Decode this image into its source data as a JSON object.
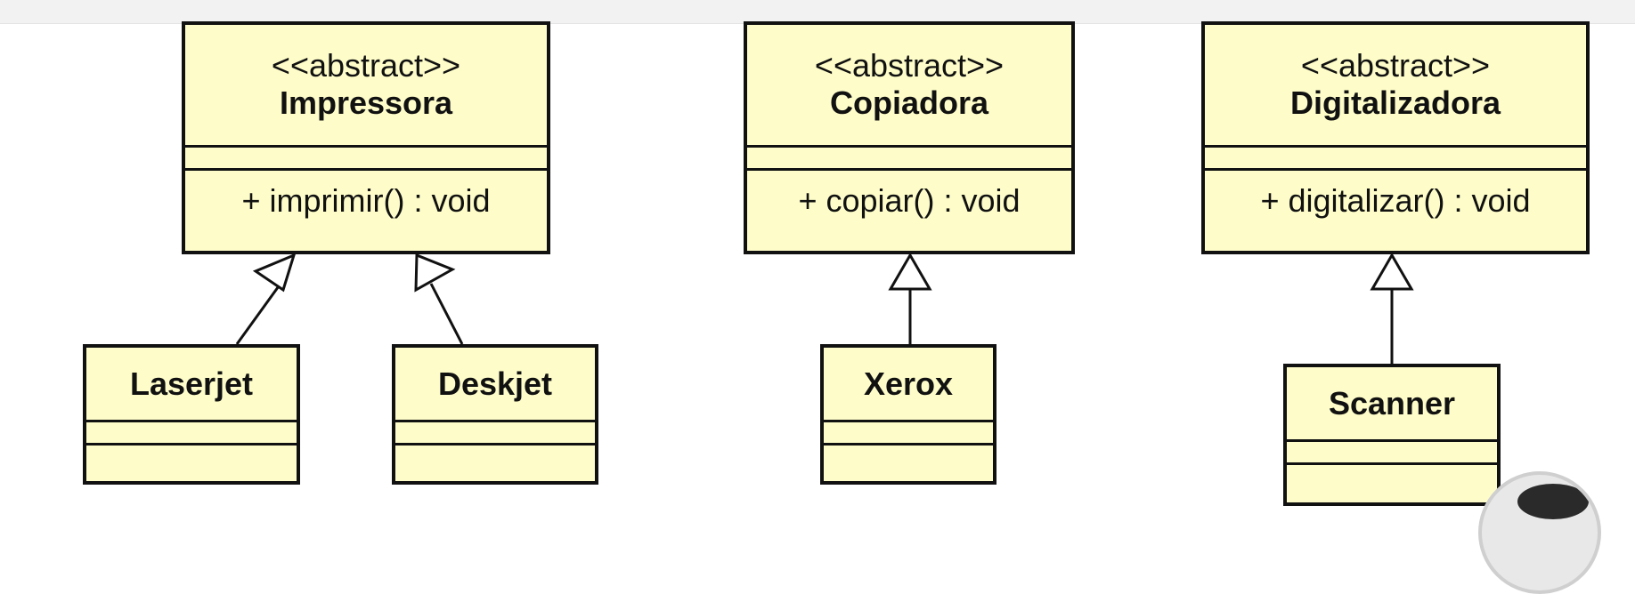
{
  "diagram": {
    "abstract_classes": [
      {
        "stereotype": "<<abstract>>",
        "name": "Impressora",
        "operation": "+ imprimir() : void"
      },
      {
        "stereotype": "<<abstract>>",
        "name": "Copiadora",
        "operation": "+ copiar() : void"
      },
      {
        "stereotype": "<<abstract>>",
        "name": "Digitalizadora",
        "operation": "+ digitalizar() : void"
      }
    ],
    "concrete_classes": [
      {
        "name": "Laserjet",
        "parent": "Impressora"
      },
      {
        "name": "Deskjet",
        "parent": "Impressora"
      },
      {
        "name": "Xerox",
        "parent": "Copiadora"
      },
      {
        "name": "Scanner",
        "parent": "Digitalizadora"
      }
    ],
    "relationship": "generalization",
    "colors": {
      "class_fill": "#fefdc9",
      "border": "#111111"
    }
  }
}
